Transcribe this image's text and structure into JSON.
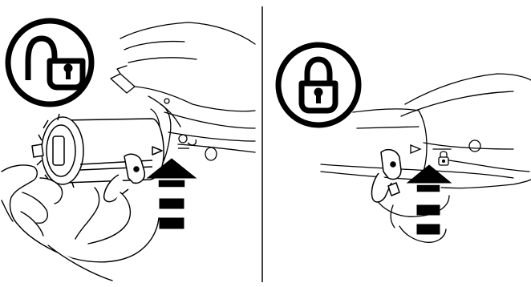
{
  "colors": {
    "ink": "#000000",
    "paper": "#ffffff"
  },
  "panels": [
    {
      "name": "unlock-step",
      "icon": "padlock-open-icon",
      "action": "push-arrow-up"
    },
    {
      "name": "lock-step",
      "icon": "padlock-closed-icon",
      "action": "push-arrow-up"
    }
  ]
}
